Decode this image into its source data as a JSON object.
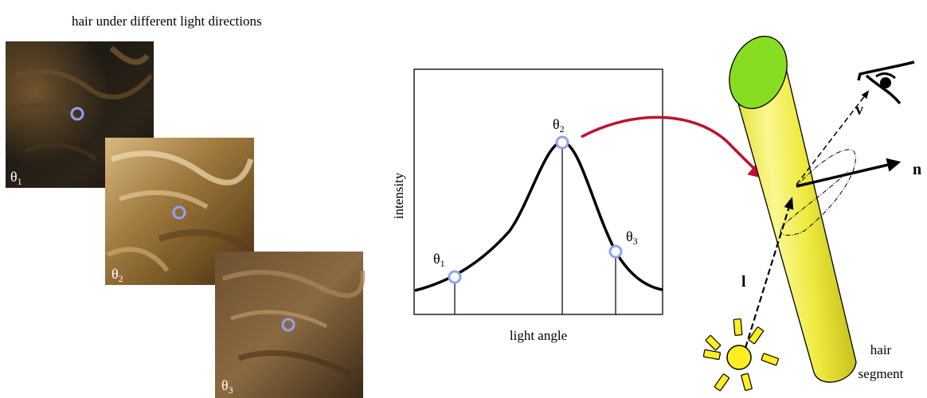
{
  "figure_title": "hair under different light directions",
  "photos": [
    {
      "symbol": "θ",
      "subscript": "1"
    },
    {
      "symbol": "θ",
      "subscript": "2"
    },
    {
      "symbol": "θ",
      "subscript": "3"
    }
  ],
  "plot": {
    "ylabel": "intensity",
    "xlabel": "light angle",
    "points": [
      {
        "symbol": "θ",
        "subscript": "1"
      },
      {
        "symbol": "θ",
        "subscript": "2"
      },
      {
        "symbol": "θ",
        "subscript": "3"
      }
    ]
  },
  "hair": {
    "label_v": "v",
    "label_n": "n",
    "label_l": "l",
    "caption_line1": "hair",
    "caption_line2": "segment"
  },
  "colors": {
    "marker": "#8ea3f0",
    "arrow": "#c0102f",
    "hair_body": "#e4e02a",
    "hair_cap": "#88dd22",
    "sun": "#ffee22"
  }
}
